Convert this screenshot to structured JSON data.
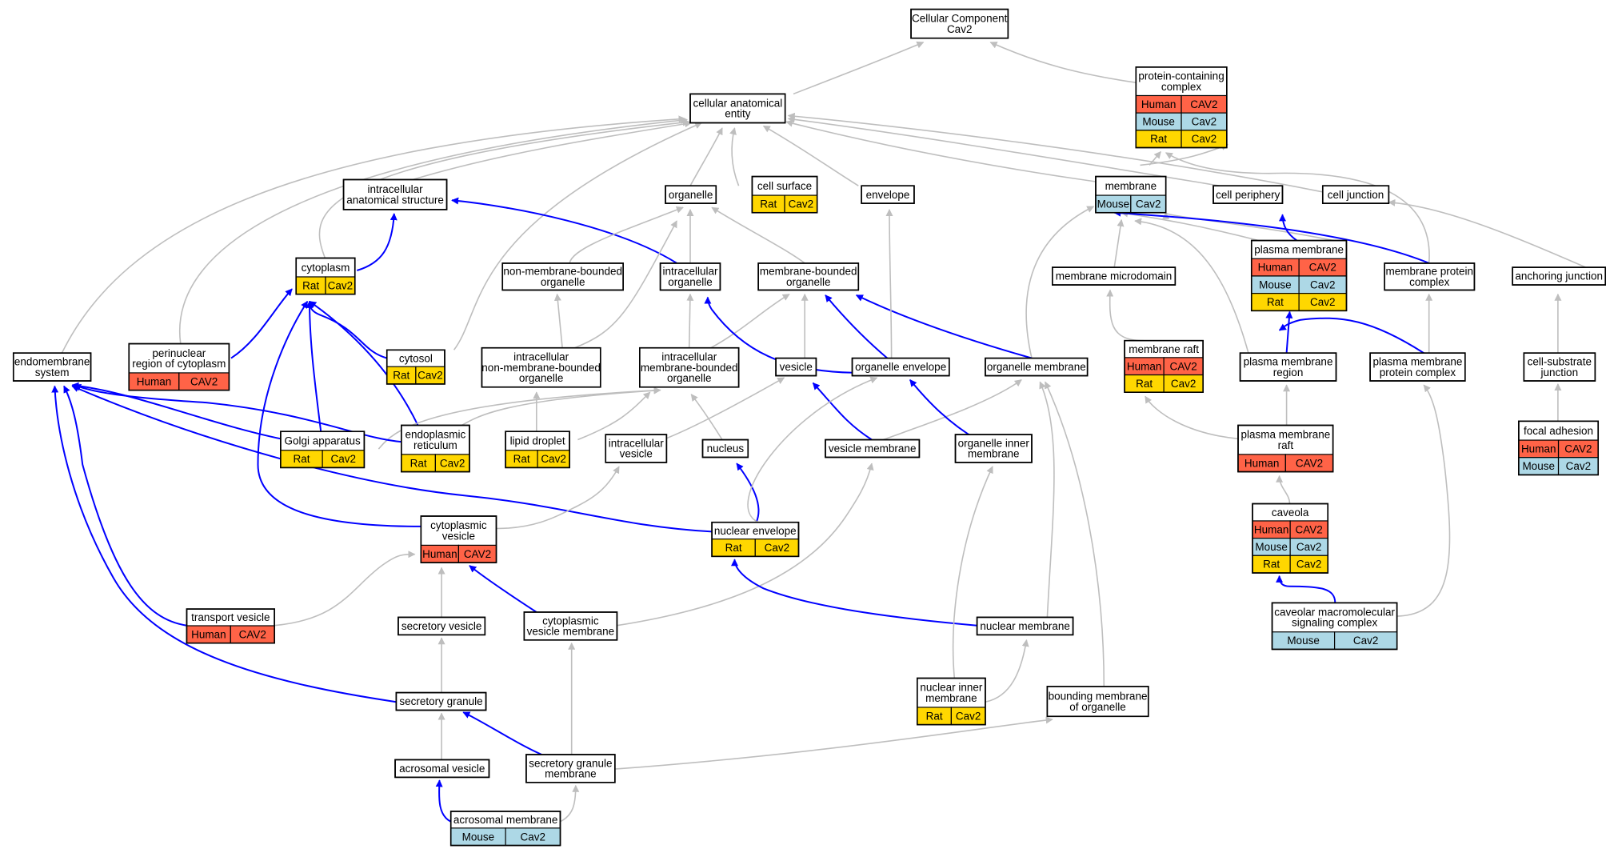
{
  "colors": {
    "Human": "#ff6347",
    "Mouse": "#add8e6",
    "Rat": "#ffd700",
    "is_a_edge": "#bebebe",
    "part_of_edge": "#0000ff"
  },
  "nodes": {
    "cc_root": {
      "lines": [
        "Cellular Component",
        "Cav2"
      ],
      "rows": []
    },
    "protein_complex": {
      "lines": [
        "protein-containing",
        "complex"
      ],
      "rows": [
        [
          "Human",
          "CAV2"
        ],
        [
          "Mouse",
          "Cav2"
        ],
        [
          "Rat",
          "Cav2"
        ]
      ]
    },
    "cae": {
      "lines": [
        "cellular anatomical",
        "entity"
      ],
      "rows": []
    },
    "ias": {
      "lines": [
        "intracellular",
        "anatomical structure"
      ],
      "rows": []
    },
    "organelle": {
      "lines": [
        "organelle"
      ],
      "rows": []
    },
    "cell_surface": {
      "lines": [
        "cell surface"
      ],
      "rows": [
        [
          "Rat",
          "Cav2"
        ]
      ]
    },
    "envelope": {
      "lines": [
        "envelope"
      ],
      "rows": []
    },
    "membrane": {
      "lines": [
        "membrane"
      ],
      "rows": [
        [
          "Mouse",
          "Cav2"
        ]
      ]
    },
    "cell_periphery": {
      "lines": [
        "cell periphery"
      ],
      "rows": []
    },
    "cell_junction": {
      "lines": [
        "cell junction"
      ],
      "rows": []
    },
    "cytoplasm": {
      "lines": [
        "cytoplasm"
      ],
      "rows": [
        [
          "Rat",
          "Cav2"
        ]
      ]
    },
    "nmbo": {
      "lines": [
        "non-membrane-bounded",
        "organelle"
      ],
      "rows": []
    },
    "ic_organelle": {
      "lines": [
        "intracellular",
        "organelle"
      ],
      "rows": []
    },
    "mbo": {
      "lines": [
        "membrane-bounded",
        "organelle"
      ],
      "rows": []
    },
    "membrane_microdomain": {
      "lines": [
        "membrane microdomain"
      ],
      "rows": []
    },
    "plasma_membrane": {
      "lines": [
        "plasma membrane"
      ],
      "rows": [
        [
          "Human",
          "CAV2"
        ],
        [
          "Mouse",
          "Cav2"
        ],
        [
          "Rat",
          "Cav2"
        ]
      ]
    },
    "mpc": {
      "lines": [
        "membrane protein",
        "complex"
      ],
      "rows": []
    },
    "anchoring_junction": {
      "lines": [
        "anchoring junction"
      ],
      "rows": []
    },
    "endomembrane": {
      "lines": [
        "endomembrane",
        "system"
      ],
      "rows": []
    },
    "perinuclear": {
      "lines": [
        "perinuclear",
        "region of cytoplasm"
      ],
      "rows": [
        [
          "Human",
          "CAV2"
        ]
      ]
    },
    "cytosol": {
      "lines": [
        "cytosol"
      ],
      "rows": [
        [
          "Rat",
          "Cav2"
        ]
      ]
    },
    "ic_nmbo": {
      "lines": [
        "intracellular",
        "non-membrane-bounded",
        "organelle"
      ],
      "rows": []
    },
    "ic_mbo": {
      "lines": [
        "intracellular",
        "membrane-bounded",
        "organelle"
      ],
      "rows": []
    },
    "vesicle": {
      "lines": [
        "vesicle"
      ],
      "rows": []
    },
    "organelle_envelope": {
      "lines": [
        "organelle envelope"
      ],
      "rows": []
    },
    "organelle_membrane": {
      "lines": [
        "organelle membrane"
      ],
      "rows": []
    },
    "membrane_raft": {
      "lines": [
        "membrane raft"
      ],
      "rows": [
        [
          "Human",
          "CAV2"
        ],
        [
          "Rat",
          "Cav2"
        ]
      ]
    },
    "pm_region": {
      "lines": [
        "plasma membrane",
        "region"
      ],
      "rows": []
    },
    "pm_protein_complex": {
      "lines": [
        "plasma membrane",
        "protein complex"
      ],
      "rows": []
    },
    "csj": {
      "lines": [
        "cell-substrate",
        "junction"
      ],
      "rows": []
    },
    "golgi": {
      "lines": [
        "Golgi apparatus"
      ],
      "rows": [
        [
          "Rat",
          "Cav2"
        ]
      ]
    },
    "er": {
      "lines": [
        "endoplasmic",
        "reticulum"
      ],
      "rows": [
        [
          "Rat",
          "Cav2"
        ]
      ]
    },
    "lipid_droplet": {
      "lines": [
        "lipid droplet"
      ],
      "rows": [
        [
          "Rat",
          "Cav2"
        ]
      ]
    },
    "ic_vesicle": {
      "lines": [
        "intracellular",
        "vesicle"
      ],
      "rows": []
    },
    "nucleus": {
      "lines": [
        "nucleus"
      ],
      "rows": []
    },
    "vesicle_membrane": {
      "lines": [
        "vesicle membrane"
      ],
      "rows": []
    },
    "oim": {
      "lines": [
        "organelle inner",
        "membrane"
      ],
      "rows": []
    },
    "pm_raft": {
      "lines": [
        "plasma membrane",
        "raft"
      ],
      "rows": [
        [
          "Human",
          "CAV2"
        ]
      ]
    },
    "focal_adhesion": {
      "lines": [
        "focal adhesion"
      ],
      "rows": [
        [
          "Human",
          "CAV2"
        ],
        [
          "Mouse",
          "Cav2"
        ]
      ]
    },
    "cyto_vesicle": {
      "lines": [
        "cytoplasmic",
        "vesicle"
      ],
      "rows": [
        [
          "Human",
          "CAV2"
        ]
      ]
    },
    "nuclear_envelope": {
      "lines": [
        "nuclear envelope"
      ],
      "rows": [
        [
          "Rat",
          "Cav2"
        ]
      ]
    },
    "caveola": {
      "lines": [
        "caveola"
      ],
      "rows": [
        [
          "Human",
          "CAV2"
        ],
        [
          "Mouse",
          "Cav2"
        ],
        [
          "Rat",
          "Cav2"
        ]
      ]
    },
    "transport_vesicle": {
      "lines": [
        "transport vesicle"
      ],
      "rows": [
        [
          "Human",
          "CAV2"
        ]
      ]
    },
    "secretory_vesicle": {
      "lines": [
        "secretory vesicle"
      ],
      "rows": []
    },
    "cvm": {
      "lines": [
        "cytoplasmic",
        "vesicle membrane"
      ],
      "rows": []
    },
    "nuclear_membrane": {
      "lines": [
        "nuclear membrane"
      ],
      "rows": []
    },
    "cmsc": {
      "lines": [
        "caveolar macromolecular",
        "signaling complex"
      ],
      "rows": [
        [
          "Mouse",
          "Cav2"
        ]
      ]
    },
    "secretory_granule": {
      "lines": [
        "secretory granule"
      ],
      "rows": []
    },
    "nim": {
      "lines": [
        "nuclear inner",
        "membrane"
      ],
      "rows": [
        [
          "Rat",
          "Cav2"
        ]
      ]
    },
    "bmo": {
      "lines": [
        "bounding membrane",
        "of organelle"
      ],
      "rows": []
    },
    "acrosomal_vesicle": {
      "lines": [
        "acrosomal vesicle"
      ],
      "rows": []
    },
    "sgm": {
      "lines": [
        "secretory granule",
        "membrane"
      ],
      "rows": []
    },
    "acrosomal_membrane": {
      "lines": [
        "acrosomal membrane"
      ],
      "rows": [
        [
          "Mouse",
          "Cav2"
        ]
      ]
    }
  }
}
